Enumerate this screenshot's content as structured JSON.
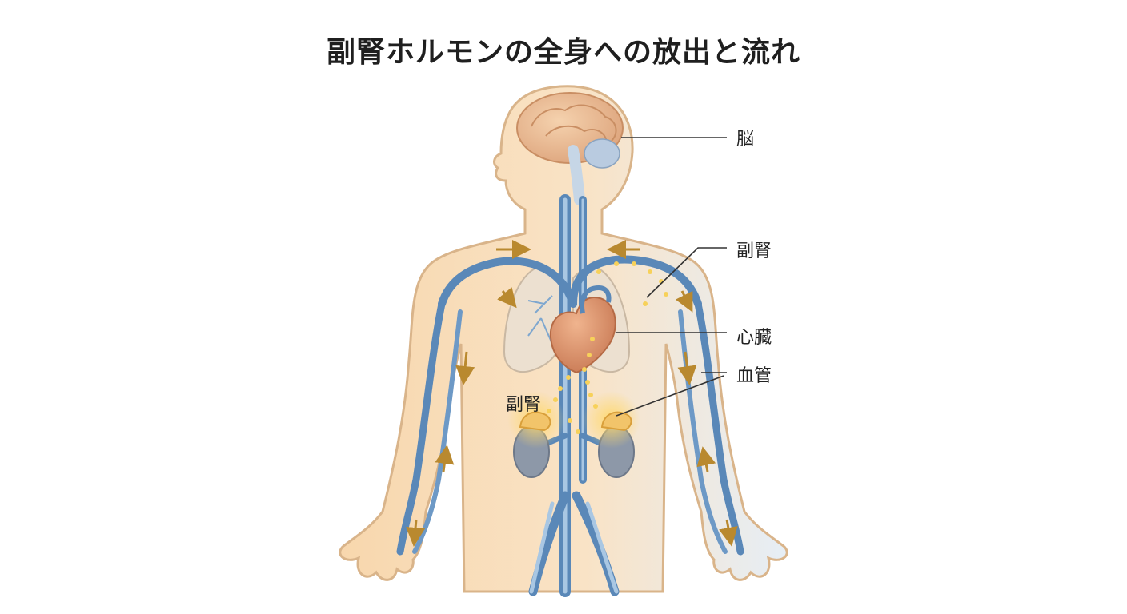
{
  "title": "副腎ホルモンの全身への放出と流れ",
  "labels": {
    "brain": "脳",
    "adrenal_right": "副腎",
    "heart": "心臓",
    "vessel": "血管",
    "adrenal_left": "副腎"
  },
  "colors": {
    "skin": "#f6d7ae",
    "skin_outline": "#d9b48a",
    "vessel": "#5a88b8",
    "vessel_light": "#a9c7e3",
    "flow_arrow": "#b9892f",
    "hormone_glow": "#f7c948",
    "heart": "#d9906a",
    "brain": "#e8b98e",
    "kidney": "#8d98a8",
    "lung": "#e9d9c6"
  },
  "icons": {
    "flow": "flow-arrow-icon",
    "hormone": "hormone-particle-icon"
  }
}
